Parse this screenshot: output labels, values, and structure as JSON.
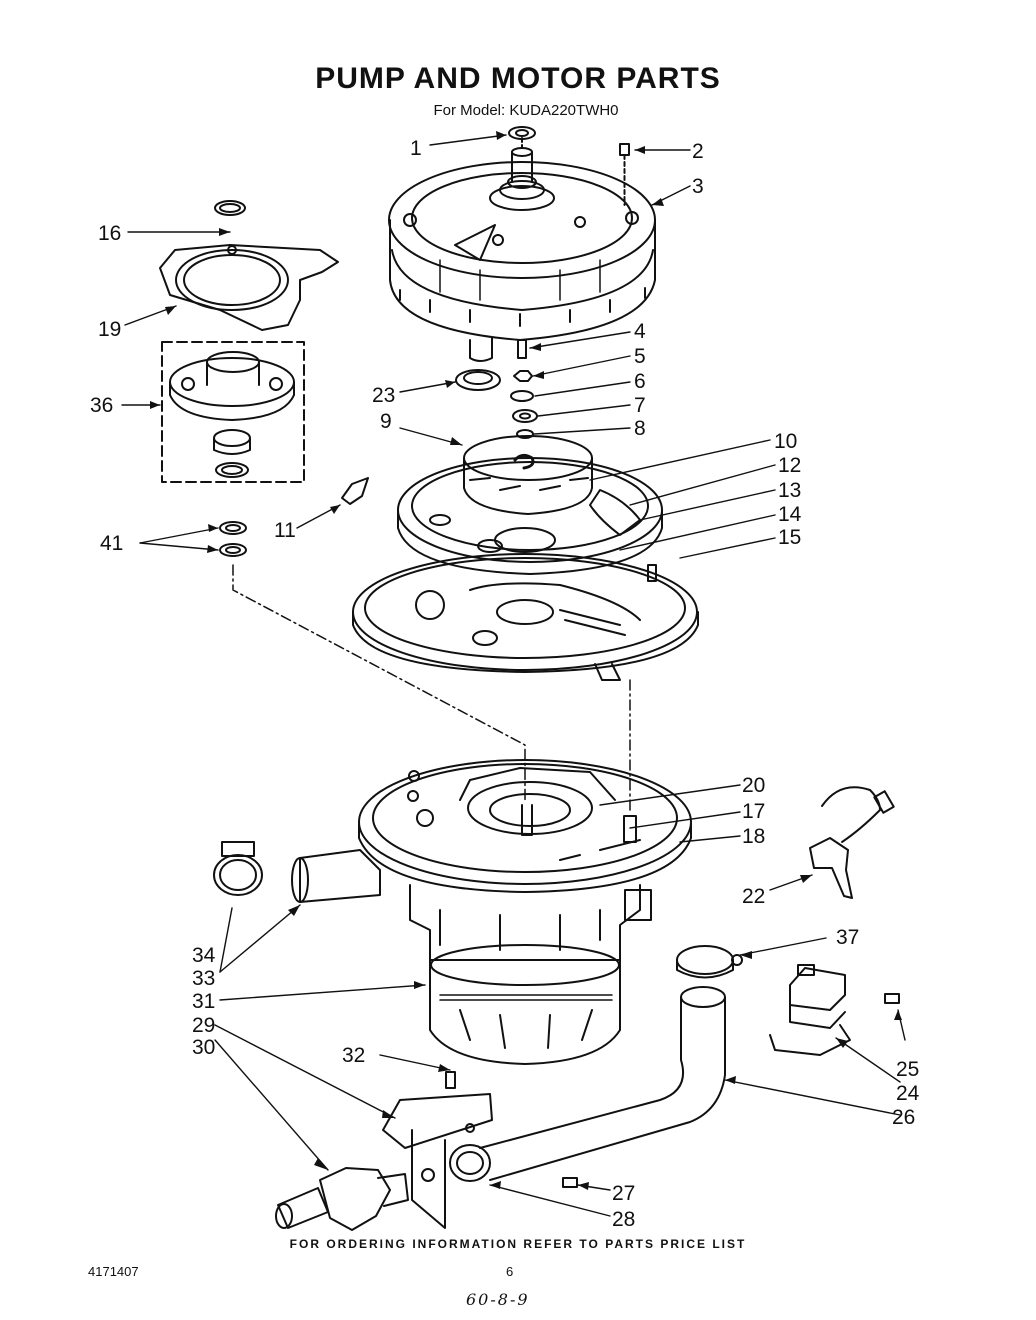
{
  "header": {
    "title": "PUMP AND MOTOR PARTS",
    "subtitle": "For Model: KUDA220TWH0"
  },
  "callouts": [
    "1",
    "2",
    "3",
    "4",
    "5",
    "6",
    "7",
    "8",
    "9",
    "10",
    "11",
    "12",
    "13",
    "14",
    "15",
    "16",
    "17",
    "18",
    "19",
    "20",
    "22",
    "23",
    "24",
    "25",
    "26",
    "27",
    "28",
    "29",
    "30",
    "31",
    "32",
    "33",
    "34",
    "36",
    "37",
    "41"
  ],
  "footer": {
    "note": "FOR ORDERING INFORMATION REFER TO PARTS PRICE LIST",
    "doc_number": "4171407",
    "page_number": "6",
    "handwritten": "60-8-9"
  }
}
